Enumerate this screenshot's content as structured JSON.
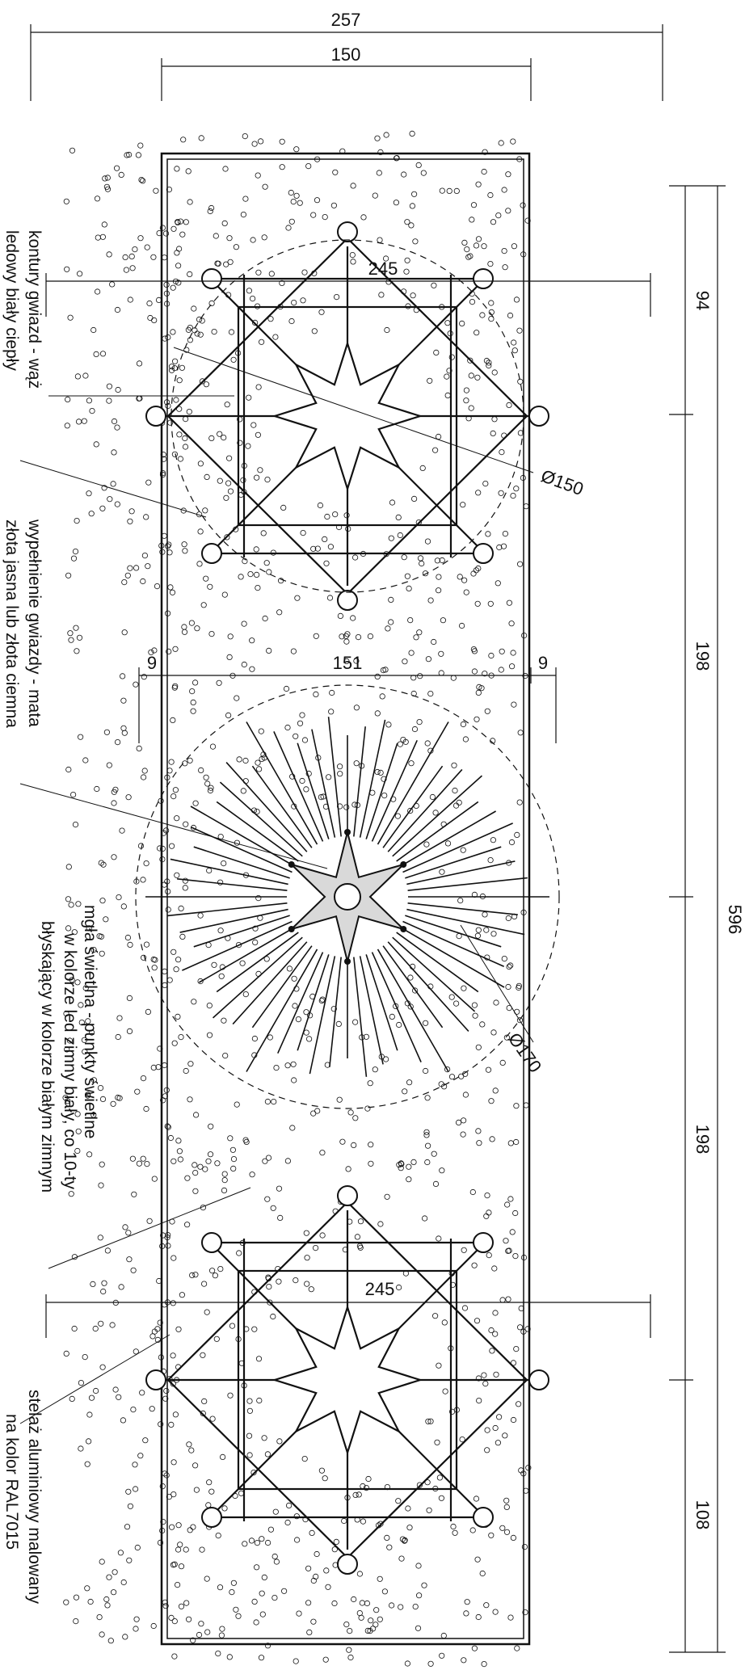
{
  "dimensions": {
    "total_width": "257",
    "frame_width": "150",
    "upper_star_width": "245",
    "lower_star_width": "245",
    "upper_circle_diameter": "Ø150",
    "center_span": "151",
    "left_offset": "9",
    "right_offset": "9",
    "center_circle_diameter": "Ø170",
    "right_total": "596",
    "right_top": "94",
    "right_upper_mid": "198",
    "right_lower_mid": "198",
    "right_bottom": "108"
  },
  "labels": {
    "star_outline_line1": "kontury gwiazd - wąż",
    "star_outline_line2": "ledowy biały ciepły",
    "star_fill_line1": "wypełnienie gwiazdy - mata",
    "star_fill_line2": "złota jasna lub złota ciemna",
    "light_mist_line1": "mgła świetlna - punkty świetlne",
    "light_mist_line2": "w kolorze led zimny biały, co 10-ty",
    "light_mist_line3": "błyskający w kolorze białym zimnym",
    "frame_line1": "stelaż aluminiowy malowany",
    "frame_line2": "na kolor RAL7015"
  },
  "colors": {
    "line": "#111111",
    "star_fill": "#d9d9d9",
    "background": "#ffffff"
  }
}
